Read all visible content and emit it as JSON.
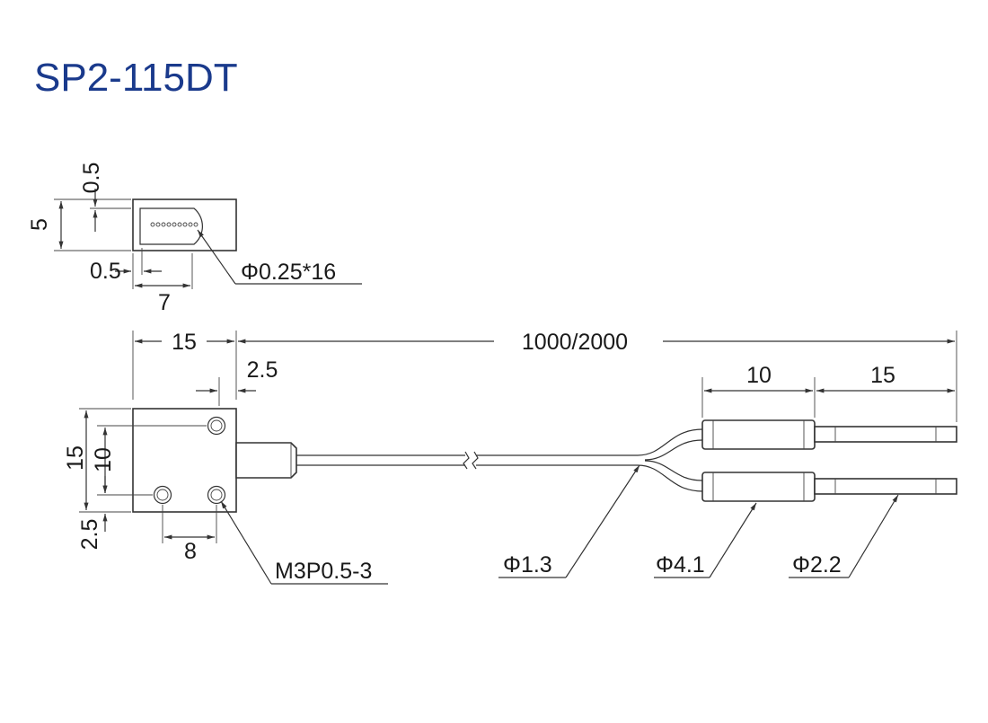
{
  "title": "SP2-115DT",
  "front_view": {
    "height": "5",
    "offset_top": "0.5",
    "offset_left": "0.5",
    "width": "7",
    "fiber_callout": "Φ0.25*16"
  },
  "side_view": {
    "head_length": "15",
    "cable_length": "1000/2000",
    "step": "2.5",
    "sleeve_length": "10",
    "tip_length": "15",
    "body_height": "15",
    "hole_pitch_v": "10",
    "hole_offset_bottom": "2.5",
    "hole_pitch_h": "8",
    "screw_callout": "M3P0.5-3",
    "cable_dia": "Φ1.3",
    "sleeve_dia": "Φ4.1",
    "tip_dia": "Φ2.2"
  }
}
